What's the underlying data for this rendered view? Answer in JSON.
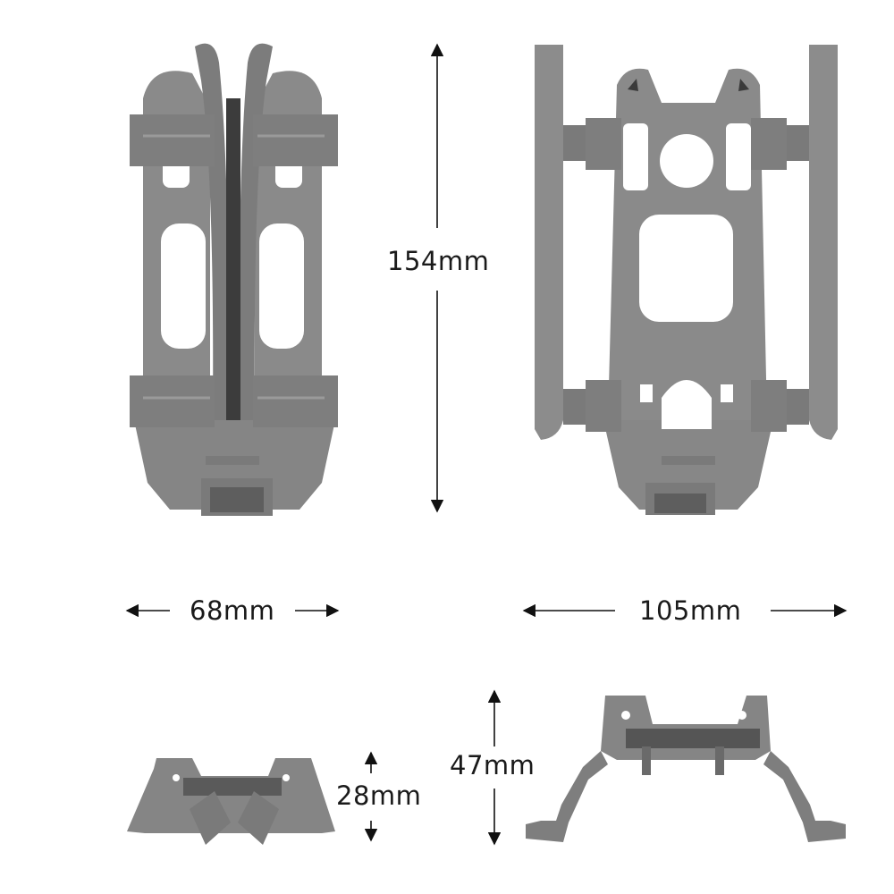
{
  "diagram": {
    "type": "product-dimension-diagram",
    "subject": "foldable drone landing gear (heightened legs)",
    "colors": {
      "background": "#ffffff",
      "part_fill": "#8a8a8a",
      "part_shade": "#6f6f6f",
      "part_dark": "#4a4a4a",
      "arrow": "#111111",
      "text": "#1a1a1a"
    },
    "views": [
      {
        "id": "folded-front",
        "description": "Front view, legs folded"
      },
      {
        "id": "unfolded-front",
        "description": "Front view, legs unfolded"
      },
      {
        "id": "folded-side",
        "description": "Side view, legs folded"
      },
      {
        "id": "unfolded-side",
        "description": "Side view, legs unfolded"
      }
    ],
    "dimensions": {
      "length": {
        "label": "154mm",
        "orientation": "vertical"
      },
      "folded_width": {
        "label": "68mm",
        "orientation": "horizontal"
      },
      "unfolded_width": {
        "label": "105mm",
        "orientation": "horizontal"
      },
      "folded_height": {
        "label": "28mm",
        "orientation": "vertical"
      },
      "unfolded_height": {
        "label": "47mm",
        "orientation": "vertical"
      }
    }
  }
}
